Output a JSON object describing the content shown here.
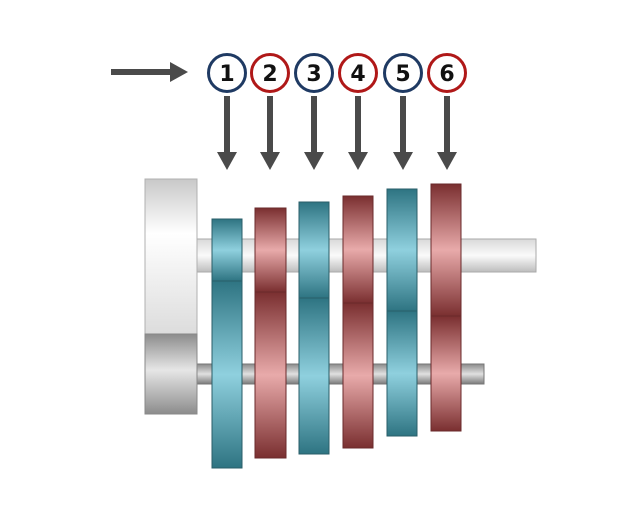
{
  "gears": [
    {
      "label": "1",
      "color": "teal"
    },
    {
      "label": "2",
      "color": "red"
    },
    {
      "label": "3",
      "color": "teal"
    },
    {
      "label": "4",
      "color": "red"
    },
    {
      "label": "5",
      "color": "teal"
    },
    {
      "label": "6",
      "color": "red"
    }
  ],
  "colors": {
    "teal_ring": "#1f3a63",
    "red_ring": "#b01818",
    "arrow": "#4a4a4a",
    "teal_light": "#8fd0de",
    "teal_dark": "#2a6b78",
    "red_light": "#e8aaaa",
    "red_dark": "#7a2f30",
    "shaft_light": "#f7f7f7",
    "shaft_dark": "#9a9a9a"
  }
}
